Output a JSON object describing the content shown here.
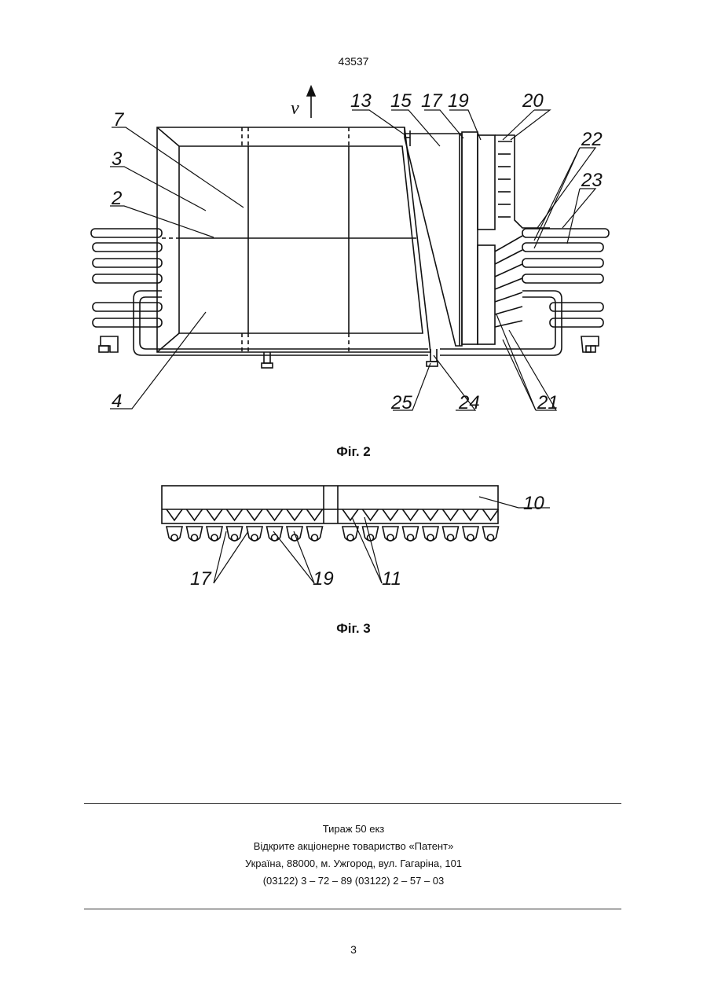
{
  "document_number": "43537",
  "fig2": {
    "caption": "Фіг. 2",
    "velocity_label": "v",
    "labels": {
      "l7": "7",
      "l3": "3",
      "l2": "2",
      "l4": "4",
      "l13": "13",
      "l15": "15",
      "l17": "17",
      "l19": "19",
      "l20": "20",
      "l22": "22",
      "l23": "23",
      "l21": "21",
      "l24": "24",
      "l25": "25"
    }
  },
  "fig3": {
    "caption": "Фіг. 3",
    "labels": {
      "l10": "10",
      "l17": "17",
      "l19": "19",
      "l11": "11"
    }
  },
  "imprint": {
    "line1": "Тираж 50 екз",
    "line2": "Відкрите акціонерне товариство «Патент»",
    "line3": "Україна, 88000, м. Ужгород, вул. Гагаріна, 101",
    "line4": "(03122) 3 – 72 – 89   (03122) 2 – 57 – 03"
  },
  "page_number": "3"
}
